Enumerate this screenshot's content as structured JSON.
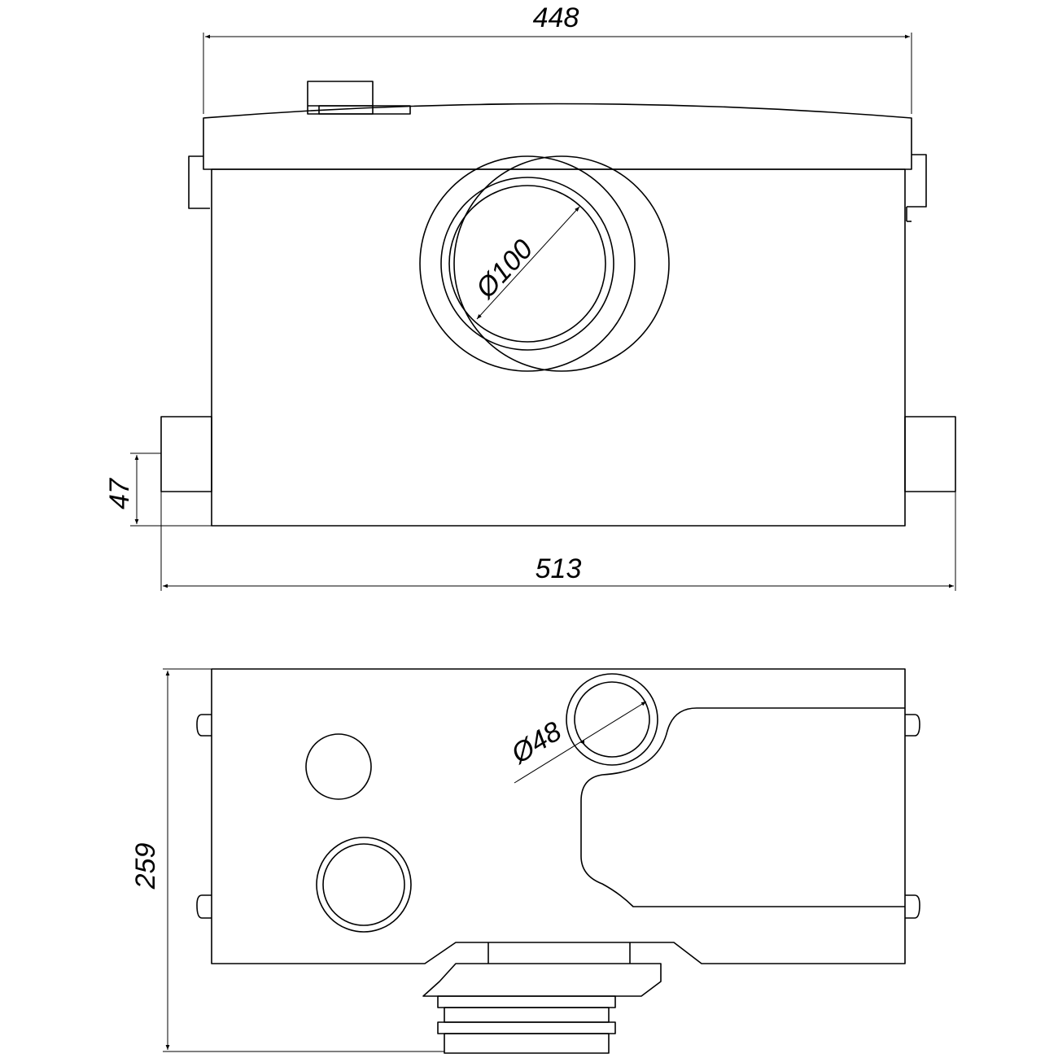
{
  "front_view": {
    "width_top": "448",
    "width_overall": "513",
    "outlet_height": "47",
    "outlet_diameter": "Ø100"
  },
  "top_view": {
    "depth": "259",
    "inlet_diameter": "Ø48"
  }
}
